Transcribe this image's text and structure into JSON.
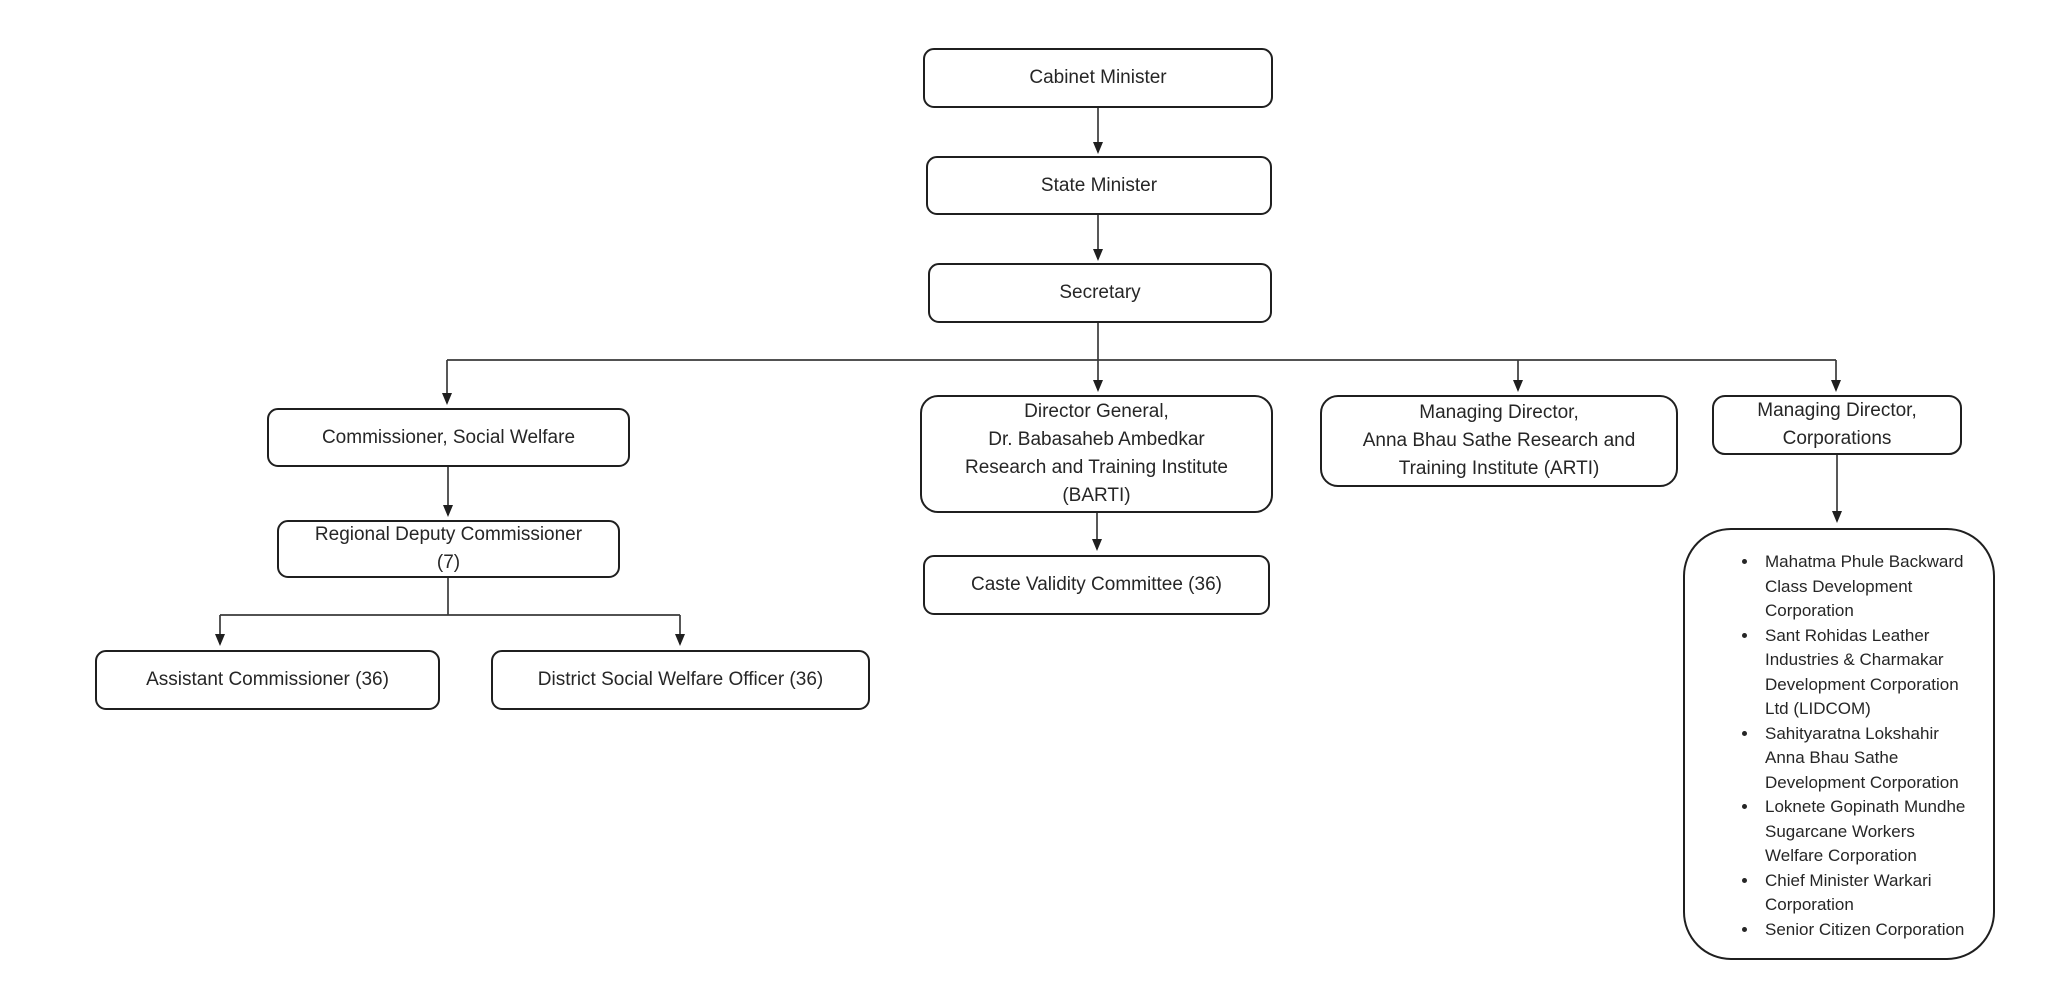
{
  "nodes": {
    "cabinet_minister": {
      "label": "Cabinet Minister"
    },
    "state_minister": {
      "label": "State Minister"
    },
    "secretary": {
      "label": "Secretary"
    },
    "commissioner_social_welfare": {
      "label": "Commissioner, Social Welfare"
    },
    "regional_deputy_commissioner": {
      "label": "Regional Deputy Commissioner\n(7)"
    },
    "assistant_commissioner": {
      "label": "Assistant Commissioner (36)"
    },
    "district_social_welfare_officer": {
      "label": "District Social Welfare Officer (36)"
    },
    "director_general_barti": {
      "label": "Director General,\nDr. Babasaheb Ambedkar\nResearch and Training Institute\n(BARTI)"
    },
    "caste_validity_committee": {
      "label": "Caste Validity Committee (36)"
    },
    "managing_director_arti": {
      "label": "Managing Director,\nAnna Bhau Sathe Research and\nTraining Institute (ARTI)"
    },
    "managing_director_corporations": {
      "label": "Managing Director,\nCorporations"
    }
  },
  "corporations_list": {
    "items": [
      "Mahatma Phule Backward Class Development Corporation",
      "Sant Rohidas Leather Industries & Charmakar Development Corporation Ltd (LIDCOM)",
      "Sahityaratna Lokshahir Anna Bhau Sathe Development Corporation",
      "Loknete Gopinath Mundhe Sugarcane Workers Welfare Corporation",
      "Chief Minister Warkari Corporation",
      "Senior Citizen Corporation"
    ]
  },
  "colors": {
    "background": "#ffffff",
    "box_border": "#1f1f1f",
    "text": "#262626",
    "connector": "#3a3a3a"
  }
}
